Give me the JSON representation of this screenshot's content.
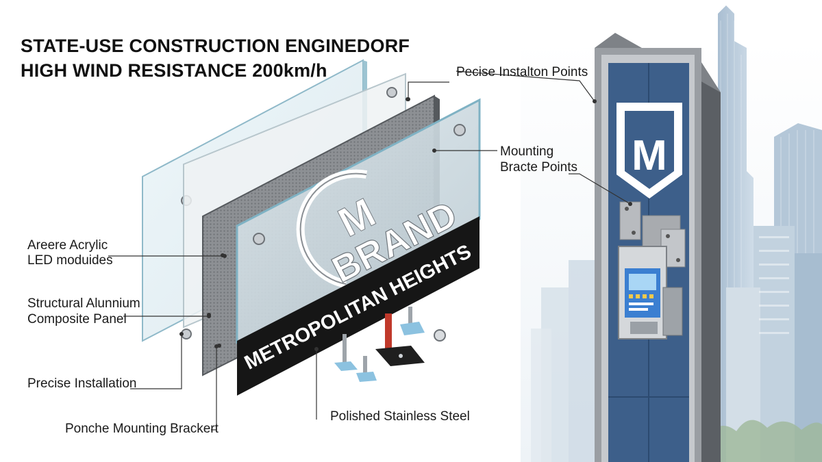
{
  "header": {
    "title_line1": "STATE-USE CONSTRUCTION ENGINEDORF",
    "title_line2": "HIGH WIND RESISTANCE 200km/h"
  },
  "callouts": {
    "acrylic_line1": "Areere Acrylic",
    "acrylic_line2": "LED moduides",
    "aluminium_line1": "Structural Alunnium",
    "aluminium_line2": "Composite Panel",
    "installation": "Precise Installation",
    "bracket": "Ponche Mounting Brackert",
    "steel": "Polished Stainless Steel",
    "install_points": "Pecise Instalton Points",
    "mounting_line1": "Mounting",
    "mounting_line2": "Bracte Points"
  },
  "sign": {
    "brand_letter": "M",
    "brand_name": "BRAND",
    "building_name": "METROPOLITAN HEIGHTS",
    "pylon_letter": "M"
  },
  "colors": {
    "pylon_blue": "#3d5f8a",
    "pylon_frame": "#8c8f94",
    "band_black": "#161616",
    "glass_edge": "#8fb9c9",
    "bracket_red": "#c0392b",
    "skyline": "#a9bfd4"
  }
}
